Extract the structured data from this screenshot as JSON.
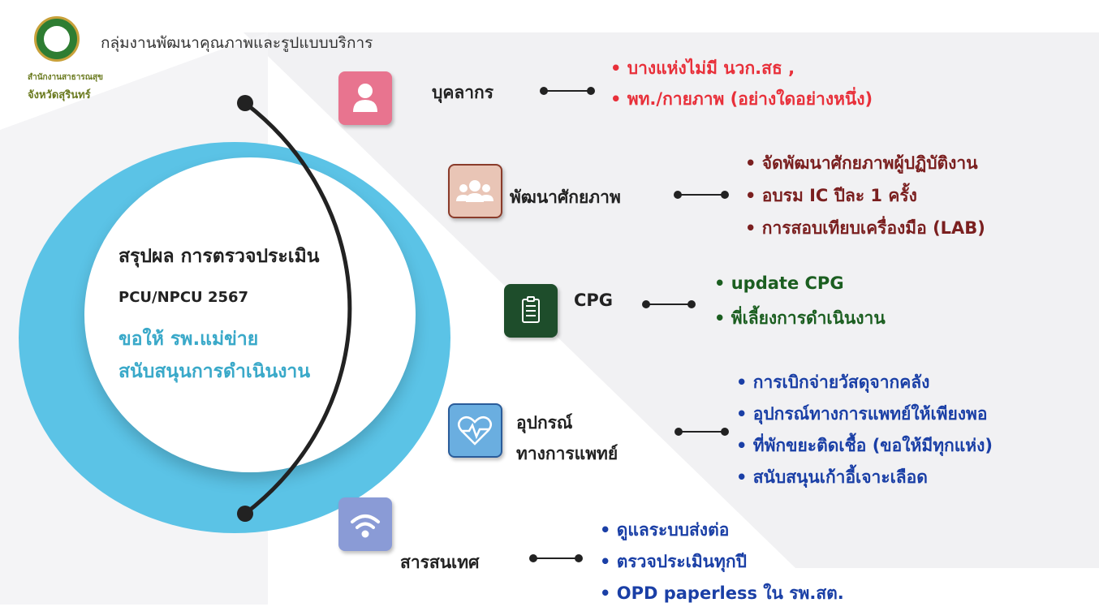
{
  "header": {
    "title": "กลุ่มงานพัฒนาคุณภาพและรูปแบบบริการ",
    "org_line1": "สำนักงานสาธารณสุข",
    "org_line2": "จังหวัดสุรินทร์"
  },
  "center": {
    "title": "สรุปผล การตรวจประเมิน",
    "subtitle": "PCU/NPCU 2567",
    "line1": "ขอให้ รพ.แม่ข่าย",
    "line2": "สนับสนุนการดำเนินงาน"
  },
  "colors": {
    "ring": "#5bc3e6",
    "red": "#e8303a",
    "maroon": "#7a1f1f",
    "green": "#1b5e20",
    "blue": "#1a3fa6"
  },
  "nodes": [
    {
      "label": "บุคลากร",
      "icon": "person-icon",
      "icon_color": "#e8748f",
      "bullets": [
        "• บางแห่งไม่มี นวก.สธ ,",
        "• พท./กายภาพ (อย่างใดอย่างหนึ่ง)"
      ]
    },
    {
      "label": "พัฒนาศักยภาพ",
      "icon": "group-icon",
      "icon_color": "#e9c5b6",
      "bullets": [
        "• จัดพัฒนาศักยภาพผู้ปฏิบัติงาน",
        "• อบรม IC ปีละ 1 ครั้ง",
        "• การสอบเทียบเครื่องมือ (LAB)"
      ]
    },
    {
      "label": "CPG",
      "icon": "clipboard-icon",
      "icon_color": "#1e4d2b",
      "bullets": [
        "• update CPG",
        "• พี่เลี้ยงการดำเนินงาน"
      ]
    },
    {
      "label_lines": [
        "อุปกรณ์",
        "ทางการแพทย์"
      ],
      "icon": "heart-pulse-icon",
      "icon_color": "#6aaee0",
      "bullets": [
        "• การเบิกจ่ายวัสดุจากคลัง",
        "• อุปกรณ์ทางการแพทย์ให้เพียงพอ",
        "• ที่พักขยะติดเชื้อ (ขอให้มีทุกแห่ง)",
        "• สนับสนุนเก้าอี้เจาะเลือด"
      ]
    },
    {
      "label": "สารสนเทศ",
      "icon": "wifi-icon",
      "icon_color": "#8a9bd6",
      "bullets": [
        "• ดูแลระบบส่งต่อ",
        "• ตรวจประเมินทุกปี",
        "• OPD paperless ใน รพ.สต."
      ]
    }
  ]
}
